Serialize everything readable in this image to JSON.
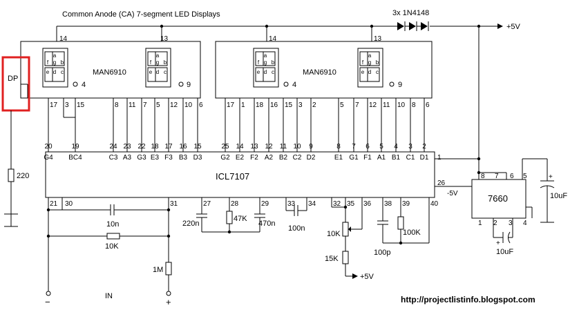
{
  "title": "Common Anode (CA)  7-segment LED Displays",
  "highlight_color": "#e02020",
  "diodes_label": "3x 1N4148",
  "vcc_label": "+5V",
  "display_part": "MAN6910",
  "dp_label": "DP",
  "digit_pin_top_left": "14",
  "digit_pin_top_right": "13",
  "digit_pin_left": "4",
  "digit_pin_right": "9",
  "segment_letters": [
    "a",
    "f",
    "g",
    "b",
    "e",
    "d",
    "c"
  ],
  "left_display_pins": [
    "17",
    "3",
    "15",
    "8",
    "11",
    "7",
    "5",
    "12",
    "10",
    "6"
  ],
  "right_display_pins": [
    "17",
    "1",
    "18",
    "16",
    "15",
    "3",
    "2",
    "5",
    "7",
    "12",
    "11",
    "10",
    "8",
    "6"
  ],
  "ic_label": "ICL7107",
  "ic_top_pins_left": [
    {
      "num": "20",
      "name": "G4"
    },
    {
      "num": "19",
      "name": "BC4"
    },
    {
      "num": "24",
      "name": "C3"
    },
    {
      "num": "23",
      "name": "A3"
    },
    {
      "num": "22",
      "name": "G3"
    },
    {
      "num": "18",
      "name": "E3"
    },
    {
      "num": "17",
      "name": "F3"
    },
    {
      "num": "16",
      "name": "B3"
    },
    {
      "num": "15",
      "name": "D3"
    }
  ],
  "ic_top_pins_right": [
    {
      "num": "25",
      "name": "G2"
    },
    {
      "num": "14",
      "name": "E2"
    },
    {
      "num": "13",
      "name": "F2"
    },
    {
      "num": "12",
      "name": "A2"
    },
    {
      "num": "11",
      "name": "B2"
    },
    {
      "num": "10",
      "name": "C2"
    },
    {
      "num": "9",
      "name": "D2"
    },
    {
      "num": "8",
      "name": "E1"
    },
    {
      "num": "7",
      "name": "G1"
    },
    {
      "num": "6",
      "name": "F1"
    },
    {
      "num": "5",
      "name": "A1"
    },
    {
      "num": "4",
      "name": "B1"
    },
    {
      "num": "3",
      "name": "C1"
    },
    {
      "num": "2",
      "name": "D1"
    }
  ],
  "ic_pin1": "1",
  "ic_pin26": "26",
  "ic_bottom_pins": [
    "21",
    "30",
    "31",
    "27",
    "28",
    "29",
    "33",
    "34",
    "32",
    "35",
    "36",
    "38",
    "39",
    "40"
  ],
  "neg5v_label": "-5V",
  "converter_label": "7660",
  "converter_top_pins": [
    "8",
    "7",
    "6",
    "5"
  ],
  "converter_bottom_pins": [
    "1",
    "2",
    "3",
    "4"
  ],
  "r_dp": "220",
  "c_10n": "10n",
  "r_10k": "10K",
  "r_1m": "1M",
  "input_label": "IN",
  "minus_sign": "−",
  "plus_sign": "+",
  "c_220n": "220n",
  "r_47k": "47K",
  "c_470n": "470n",
  "c_100n": "100n",
  "pot_10k": "10K",
  "r_15k": "15K",
  "c_100p": "100p",
  "r_100k": "100K",
  "c_10uf": "10uF",
  "url": "http://projectlistinfo.blogspot.com"
}
